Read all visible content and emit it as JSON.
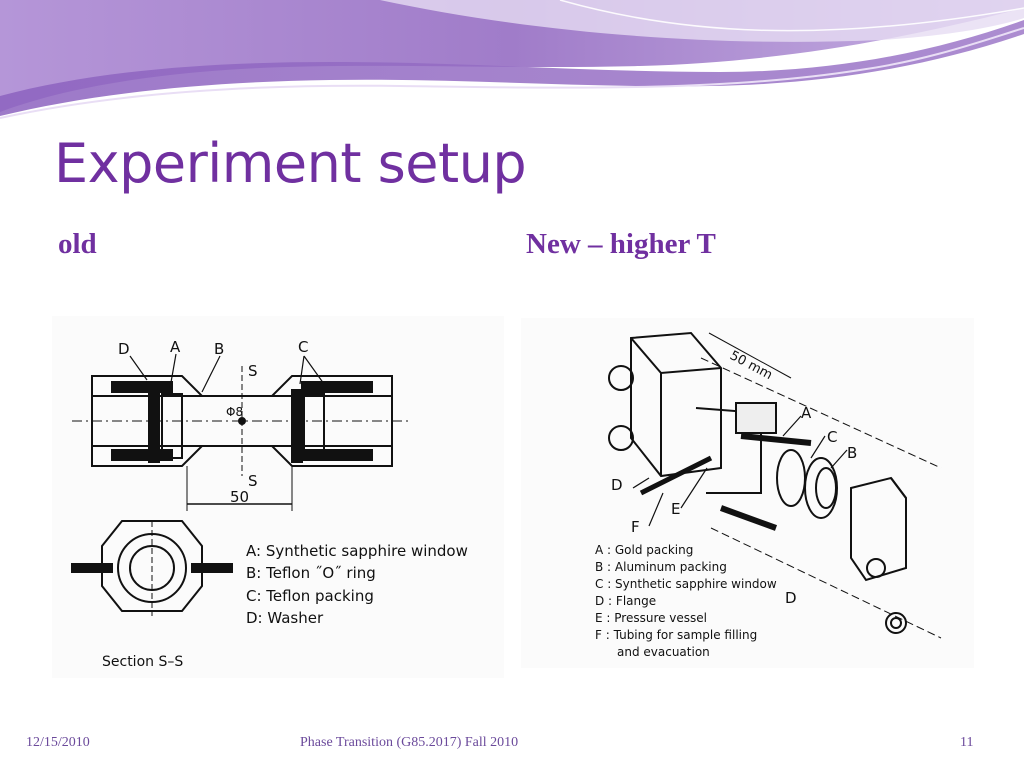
{
  "slide": {
    "title": "Experiment setup",
    "left_heading": "old",
    "right_heading": "New – higher T"
  },
  "old_figure": {
    "labels": {
      "d": "D",
      "a": "A",
      "b": "B",
      "c": "C",
      "s_top": "S",
      "s_bottom": "S",
      "phi": "Φ8",
      "dim": "50"
    },
    "legend": [
      "A: Synthetic sapphire window",
      "B: Teflon ˝O˝ ring",
      "C: Teflon packing",
      "D: Washer"
    ],
    "section_label": "Section S–S"
  },
  "new_figure": {
    "labels": {
      "dim": "50 mm",
      "a": "A",
      "b": "B",
      "c": "C",
      "d_left": "D",
      "d_right": "D",
      "e": "E",
      "f": "F"
    },
    "legend": [
      "A : Gold packing",
      "B : Aluminum packing",
      "C : Synthetic sapphire window",
      "D : Flange",
      "E : Pressure vessel",
      "F : Tubing for sample filling",
      "and evacuation"
    ]
  },
  "footer": {
    "date": "12/15/2010",
    "course": "Phase Transition (G85.2017) Fall 2010",
    "page": "11"
  },
  "colors": {
    "accent": "#7030a0",
    "banner_light": "#d9c7ea",
    "banner_mid": "#a884cf",
    "banner_dark": "#7d52b3"
  }
}
